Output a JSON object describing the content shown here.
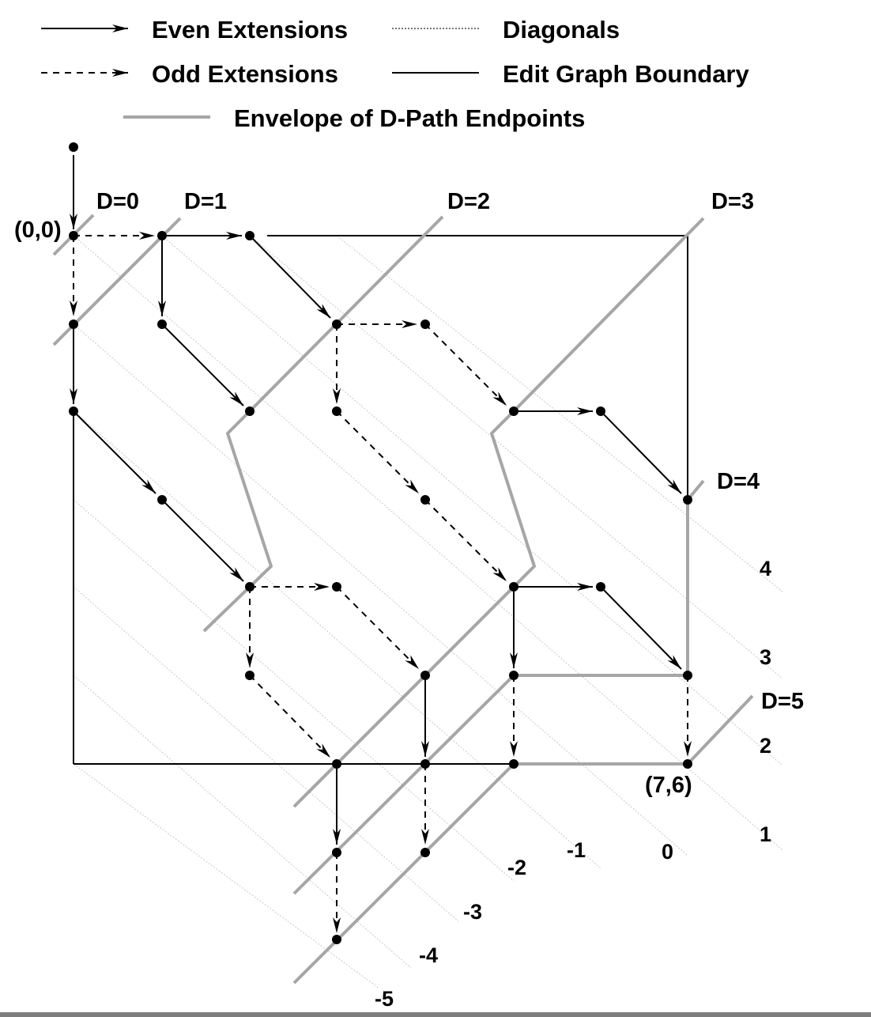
{
  "legend": {
    "even_extensions": "Even Extensions",
    "odd_extensions": "Odd Extensions",
    "diagonals": "Diagonals",
    "edit_graph_boundary": "Edit Graph Boundary",
    "envelope": "Envelope of D-Path Endpoints"
  },
  "labels": {
    "origin": "(0,0)",
    "end": "(7,6)",
    "d0": "D=0",
    "d1": "D=1",
    "d2": "D=2",
    "d3": "D=3",
    "d4": "D=4",
    "d5": "D=5"
  },
  "diagonal_labels": {
    "k4": "4",
    "k3": "3",
    "k2": "2",
    "k1": "1",
    "k0": "0",
    "km1": "-1",
    "km2": "-2",
    "km3": "-3",
    "km4": "-4",
    "km5": "-5"
  },
  "colors": {
    "ink": "#000000",
    "envelope": "#a6a6a6",
    "diagonal": "#c8c8c8",
    "background": "#ffffff"
  }
}
